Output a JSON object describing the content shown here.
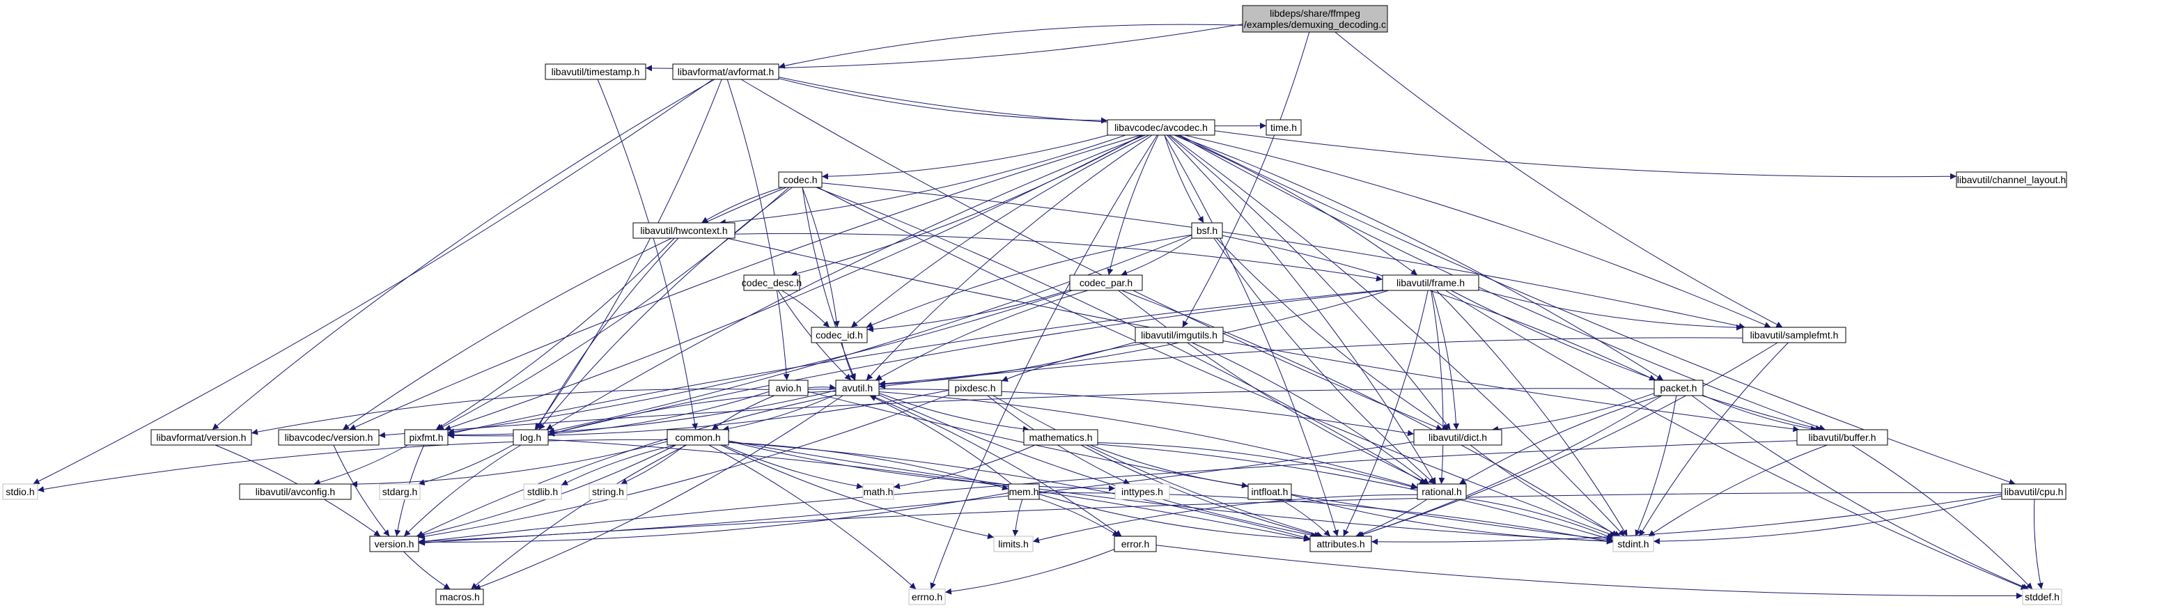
{
  "graph": {
    "root": "libdeps/share/ffmpeg\n/examples/demuxing_decoding.c",
    "nodes": {
      "root": "libdeps/share/ffmpeg\n/examples/demuxing_decoding.c",
      "timestamp": "libavutil/timestamp.h",
      "avformat": "libavformat/avformat.h",
      "avcodec": "libavcodec/avcodec.h",
      "time": "time.h",
      "codec": "codec.h",
      "channel_layout": "libavutil/channel_layout.h",
      "hwcontext": "libavutil/hwcontext.h",
      "bsf": "bsf.h",
      "codec_desc": "codec_desc.h",
      "codec_par": "codec_par.h",
      "frame": "libavutil/frame.h",
      "codec_id": "codec_id.h",
      "imgutils": "libavutil/imgutils.h",
      "samplefmt": "libavutil/samplefmt.h",
      "avio": "avio.h",
      "avutil": "avutil.h",
      "pixdesc": "pixdesc.h",
      "packet": "packet.h",
      "lavf_version": "libavformat/version.h",
      "lavc_version": "libavcodec/version.h",
      "pixfmt": "pixfmt.h",
      "log": "log.h",
      "common": "common.h",
      "mathematics": "mathematics.h",
      "dict": "libavutil/dict.h",
      "buffer": "libavutil/buffer.h",
      "stdio": "stdio.h",
      "avconfig": "libavutil/avconfig.h",
      "stdarg": "stdarg.h",
      "stdlib": "stdlib.h",
      "string": "string.h",
      "math": "math.h",
      "mem": "mem.h",
      "inttypes": "inttypes.h",
      "intfloat": "intfloat.h",
      "rational": "rational.h",
      "cpu": "libavutil/cpu.h",
      "version": "version.h",
      "limits": "limits.h",
      "error": "error.h",
      "attributes": "attributes.h",
      "stdint": "stdint.h",
      "macros": "macros.h",
      "errno": "errno.h",
      "stddef": "stddef.h"
    },
    "edges": [
      [
        "root",
        "timestamp"
      ],
      [
        "root",
        "avformat"
      ],
      [
        "root",
        "imgutils"
      ],
      [
        "root",
        "samplefmt"
      ],
      [
        "timestamp",
        "common"
      ],
      [
        "avformat",
        "time"
      ],
      [
        "avformat",
        "stdio"
      ],
      [
        "avformat",
        "avcodec"
      ],
      [
        "avformat",
        "avio"
      ],
      [
        "avformat",
        "lavf_version"
      ],
      [
        "avformat",
        "log"
      ],
      [
        "avformat",
        "dict"
      ],
      [
        "avcodec",
        "codec"
      ],
      [
        "avcodec",
        "channel_layout"
      ],
      [
        "avcodec",
        "hwcontext"
      ],
      [
        "avcodec",
        "bsf"
      ],
      [
        "avcodec",
        "codec_desc"
      ],
      [
        "avcodec",
        "codec_par"
      ],
      [
        "avcodec",
        "frame"
      ],
      [
        "avcodec",
        "codec_id"
      ],
      [
        "avcodec",
        "samplefmt"
      ],
      [
        "avcodec",
        "avutil"
      ],
      [
        "avcodec",
        "packet"
      ],
      [
        "avcodec",
        "lavc_version"
      ],
      [
        "avcodec",
        "pixfmt"
      ],
      [
        "avcodec",
        "log"
      ],
      [
        "avcodec",
        "dict"
      ],
      [
        "avcodec",
        "buffer"
      ],
      [
        "avcodec",
        "rational"
      ],
      [
        "avcodec",
        "cpu"
      ],
      [
        "avcodec",
        "attributes"
      ],
      [
        "avcodec",
        "errno"
      ],
      [
        "avcodec",
        "stdint"
      ],
      [
        "codec",
        "hwcontext"
      ],
      [
        "codec",
        "codec_id"
      ],
      [
        "codec",
        "avutil"
      ],
      [
        "codec",
        "samplefmt"
      ],
      [
        "codec",
        "lavc_version"
      ],
      [
        "codec",
        "pixfmt"
      ],
      [
        "codec",
        "log"
      ],
      [
        "codec",
        "rational"
      ],
      [
        "codec",
        "stdint"
      ],
      [
        "hwcontext",
        "frame"
      ],
      [
        "hwcontext",
        "buffer"
      ],
      [
        "hwcontext",
        "pixfmt"
      ],
      [
        "hwcontext",
        "log"
      ],
      [
        "bsf",
        "codec_par"
      ],
      [
        "bsf",
        "codec_id"
      ],
      [
        "bsf",
        "packet"
      ],
      [
        "bsf",
        "dict"
      ],
      [
        "bsf",
        "log"
      ],
      [
        "bsf",
        "rational"
      ],
      [
        "codec_desc",
        "codec_id"
      ],
      [
        "codec_desc",
        "avutil"
      ],
      [
        "codec_par",
        "codec_id"
      ],
      [
        "codec_par",
        "avutil"
      ],
      [
        "codec_par",
        "pixfmt"
      ],
      [
        "codec_par",
        "rational"
      ],
      [
        "codec_par",
        "stdint"
      ],
      [
        "frame",
        "samplefmt"
      ],
      [
        "frame",
        "avutil"
      ],
      [
        "frame",
        "buffer"
      ],
      [
        "frame",
        "dict"
      ],
      [
        "frame",
        "pixfmt"
      ],
      [
        "frame",
        "rational"
      ],
      [
        "frame",
        "log"
      ],
      [
        "frame",
        "stdint"
      ],
      [
        "frame",
        "stddef"
      ],
      [
        "frame",
        "attributes"
      ],
      [
        "codec_id",
        "avutil"
      ],
      [
        "imgutils",
        "avutil"
      ],
      [
        "imgutils",
        "pixdesc"
      ],
      [
        "imgutils",
        "rational"
      ],
      [
        "samplefmt",
        "avutil"
      ],
      [
        "samplefmt",
        "attributes"
      ],
      [
        "samplefmt",
        "stdint"
      ],
      [
        "avio",
        "avutil"
      ],
      [
        "avio",
        "common"
      ],
      [
        "avio",
        "log"
      ],
      [
        "avio",
        "lavf_version"
      ],
      [
        "avio",
        "dict"
      ],
      [
        "avio",
        "stdint"
      ],
      [
        "avutil",
        "common"
      ],
      [
        "avutil",
        "mathematics"
      ],
      [
        "avutil",
        "rational"
      ],
      [
        "avutil",
        "log"
      ],
      [
        "avutil",
        "pixfmt"
      ],
      [
        "avutil",
        "version"
      ],
      [
        "avutil",
        "macros"
      ],
      [
        "avutil",
        "attributes"
      ],
      [
        "avutil",
        "error"
      ],
      [
        "pixdesc",
        "inttypes"
      ],
      [
        "pixdesc",
        "pixfmt"
      ],
      [
        "pixdesc",
        "attributes"
      ],
      [
        "pixdesc",
        "version"
      ],
      [
        "packet",
        "buffer"
      ],
      [
        "packet",
        "dict"
      ],
      [
        "packet",
        "rational"
      ],
      [
        "packet",
        "stdint"
      ],
      [
        "packet",
        "stddef"
      ],
      [
        "packet",
        "attributes"
      ],
      [
        "packet",
        "lavc_version"
      ],
      [
        "lavf_version",
        "version"
      ],
      [
        "lavc_version",
        "version"
      ],
      [
        "pixfmt",
        "avconfig"
      ],
      [
        "pixfmt",
        "version"
      ],
      [
        "log",
        "stdarg"
      ],
      [
        "log",
        "version"
      ],
      [
        "log",
        "attributes"
      ],
      [
        "common",
        "stdio"
      ],
      [
        "common",
        "avconfig"
      ],
      [
        "common",
        "stdlib"
      ],
      [
        "common",
        "string"
      ],
      [
        "common",
        "math"
      ],
      [
        "common",
        "mem"
      ],
      [
        "common",
        "inttypes"
      ],
      [
        "common",
        "attributes"
      ],
      [
        "common",
        "limits"
      ],
      [
        "common",
        "errno"
      ],
      [
        "common",
        "stdint"
      ],
      [
        "common",
        "version"
      ],
      [
        "common",
        "macros"
      ],
      [
        "mathematics",
        "math"
      ],
      [
        "mathematics",
        "intfloat"
      ],
      [
        "mathematics",
        "rational"
      ],
      [
        "mathematics",
        "attributes"
      ],
      [
        "mathematics",
        "stdint"
      ],
      [
        "dict",
        "stdint"
      ],
      [
        "dict",
        "version"
      ],
      [
        "buffer",
        "stdint"
      ],
      [
        "buffer",
        "stddef"
      ],
      [
        "buffer",
        "version"
      ],
      [
        "mem",
        "error"
      ],
      [
        "mem",
        "limits"
      ],
      [
        "mem",
        "stdint"
      ],
      [
        "mem",
        "attributes"
      ],
      [
        "mem",
        "version"
      ],
      [
        "mem",
        "avutil"
      ],
      [
        "intfloat",
        "attributes"
      ],
      [
        "intfloat",
        "stdint"
      ],
      [
        "rational",
        "stdint"
      ],
      [
        "rational",
        "limits"
      ],
      [
        "rational",
        "attributes"
      ],
      [
        "cpu",
        "stddef"
      ],
      [
        "cpu",
        "attributes"
      ],
      [
        "cpu",
        "version"
      ],
      [
        "cpu",
        "stdint"
      ],
      [
        "version",
        "macros"
      ],
      [
        "error",
        "errno"
      ],
      [
        "error",
        "stddef"
      ]
    ]
  }
}
